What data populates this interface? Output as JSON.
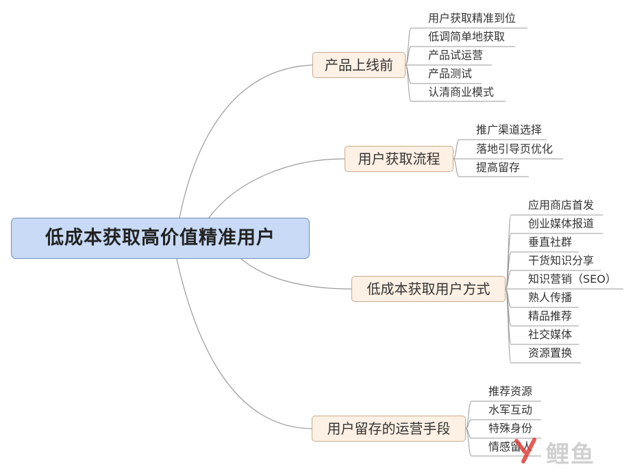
{
  "root": {
    "label": "低成本获取高价值精准用户"
  },
  "branches": [
    {
      "label": "产品上线前",
      "leaves": [
        "用户获取精准到位",
        "低调简单地获取",
        "产品试运营",
        "产品测试",
        "认清商业模式"
      ]
    },
    {
      "label": "用户获取流程",
      "leaves": [
        "推广渠道选择",
        "落地引导页优化",
        "提高留存"
      ]
    },
    {
      "label": "低成本获取用户方式",
      "leaves": [
        "应用商店首发",
        "创业媒体报道",
        "垂直社群",
        "干货知识分享",
        "知识营销（SEO）",
        "熟人传播",
        "精品推荐",
        "社交媒体",
        "资源置换"
      ]
    },
    {
      "label": "用户留存的运营手段",
      "leaves": [
        "推荐资源",
        "水军互动",
        "特殊身份",
        "情感留人"
      ]
    }
  ],
  "watermark": {
    "text": "鲤鱼"
  },
  "colors": {
    "root_fill": "#c8daf5",
    "branch_fill": "#fdf0e4",
    "watermark_accent": "#e0403a"
  }
}
